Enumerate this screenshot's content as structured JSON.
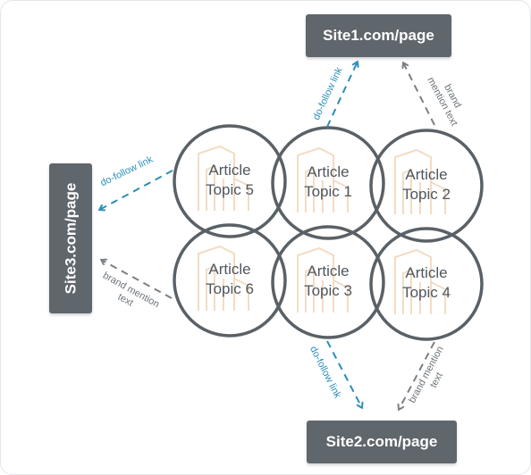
{
  "sites": {
    "site1": "Site1.com/page",
    "site2": "Site2.com/page",
    "site3": "Site3.com/page"
  },
  "topics": [
    {
      "line1": "Article",
      "line2": "Topic 5"
    },
    {
      "line1": "Article",
      "line2": "Topic 1"
    },
    {
      "line1": "Article",
      "line2": "Topic 2"
    },
    {
      "line1": "Article",
      "line2": "Topic 6"
    },
    {
      "line1": "Article",
      "line2": "Topic 3"
    },
    {
      "line1": "Article",
      "line2": "Topic 4"
    }
  ],
  "labels": {
    "dofollow": "do-follow link",
    "brand_mention_line1": "brand",
    "brand_mention_line2": "mention text",
    "brand_mention_left_line1": "brand mention",
    "brand_mention_left_line2": "text"
  },
  "colors": {
    "box": "#5f666c",
    "circle": "#5a6166",
    "dofollow": "#2a8db8",
    "brand": "#7a7f84",
    "watermark": "#f3dcc4"
  }
}
